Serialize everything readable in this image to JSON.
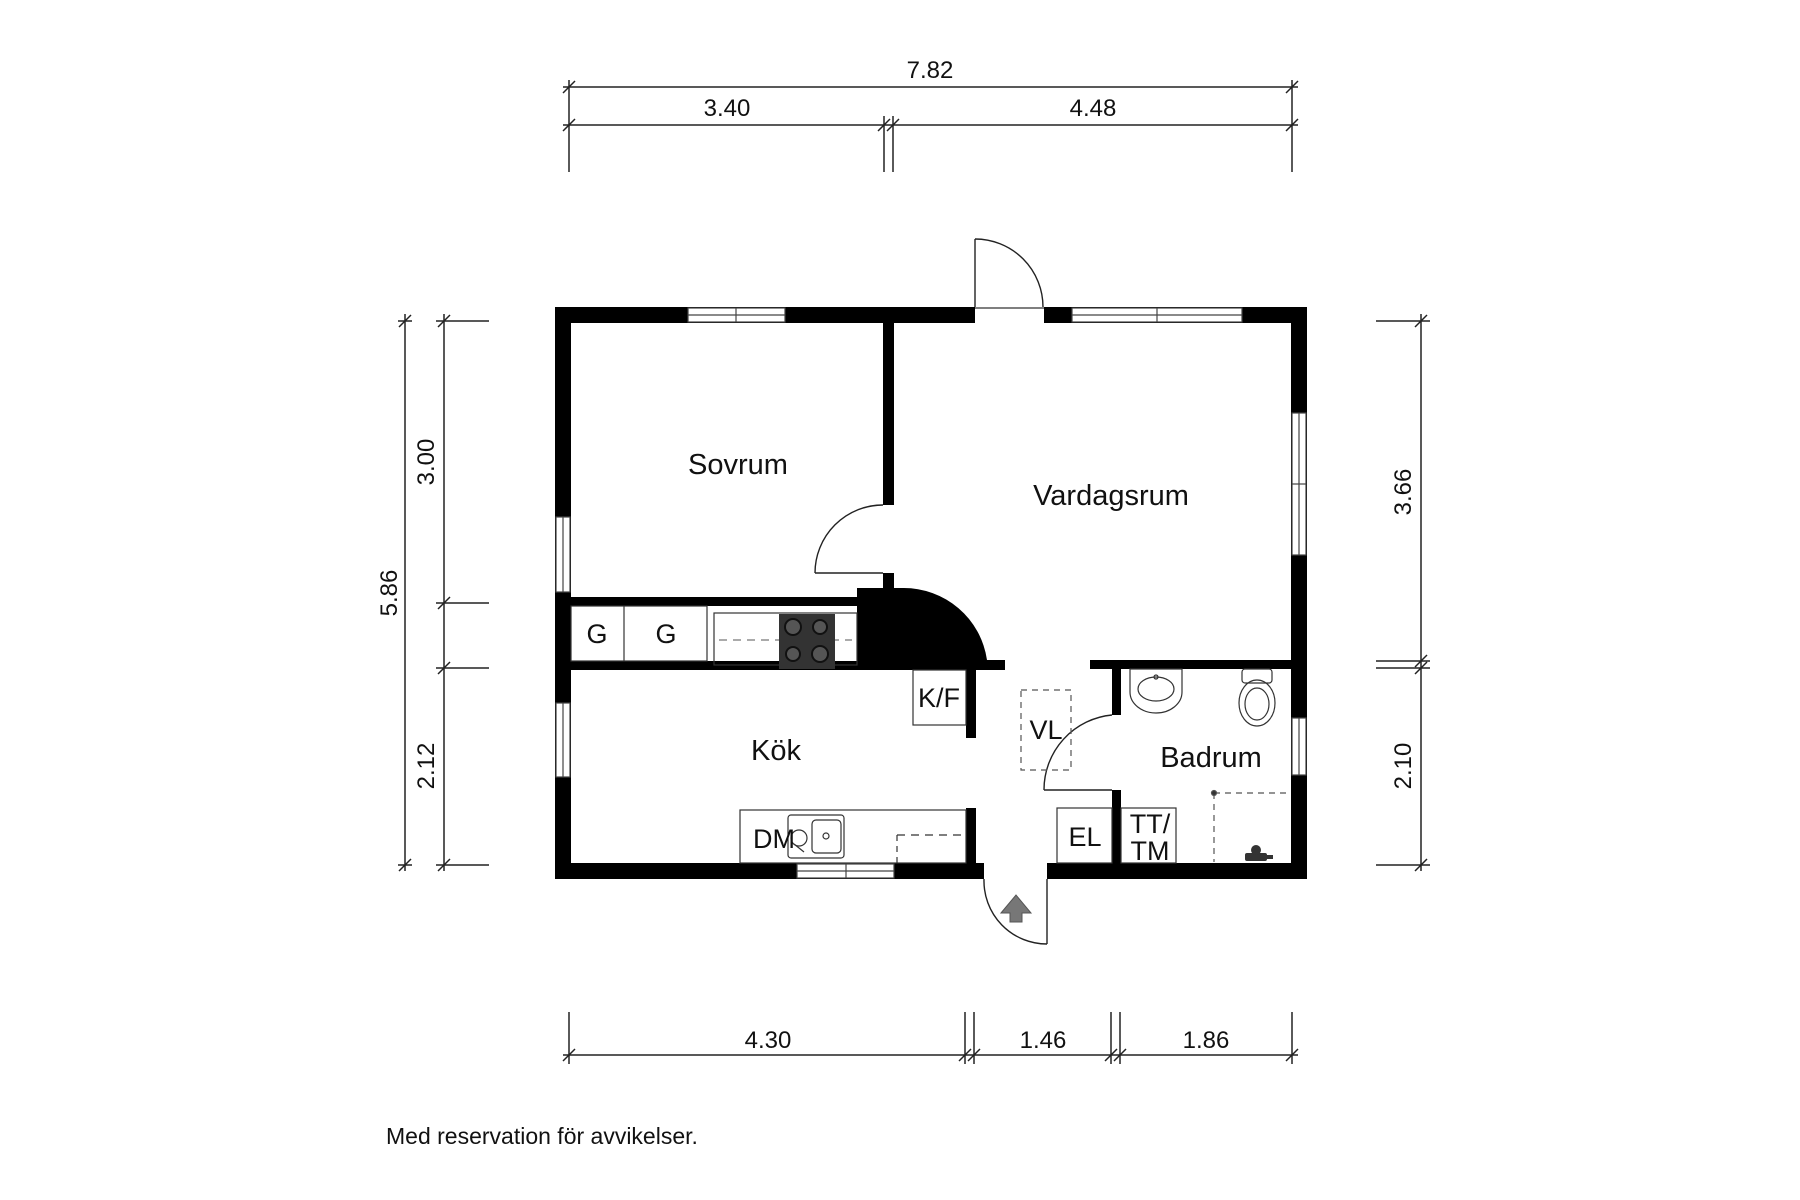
{
  "rooms": {
    "sovrum": "Sovrum",
    "vardagsrum": "Vardagsrum",
    "kok": "Kök",
    "badrum": "Badrum"
  },
  "fixtures": {
    "g1": "G",
    "g2": "G",
    "kf": "K/F",
    "vl": "VL",
    "el": "EL",
    "dm": "DM",
    "tt_line1": "TT/",
    "tt_line2": "TM"
  },
  "dimensions": {
    "top_total": "7.82",
    "top_left": "3.40",
    "top_right": "4.48",
    "left_total": "5.86",
    "left_upper": "3.00",
    "left_lower": "2.12",
    "right_upper": "3.66",
    "right_lower": "2.10",
    "bottom_1": "4.30",
    "bottom_2": "1.46",
    "bottom_3": "1.86"
  },
  "disclaimer": "Med reservation för avvikelser."
}
